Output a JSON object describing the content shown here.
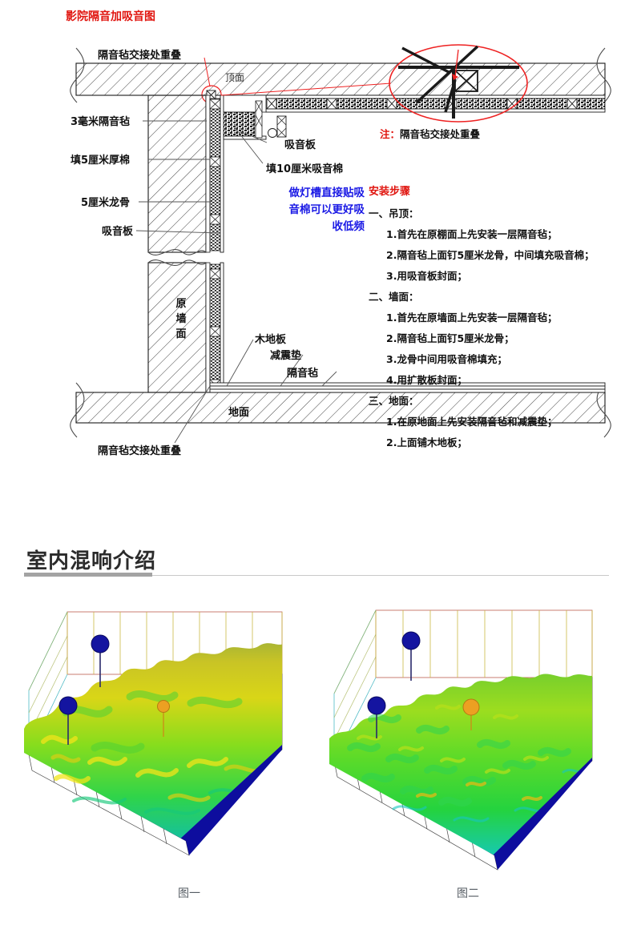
{
  "diagram": {
    "title": "影院隔音加吸音图",
    "labels": {
      "top_overlap": "隔音毡交接处重叠",
      "ceiling_face": "顶面",
      "felt_3mm": "3毫米隔音毡",
      "cotton_5cm": "填5厘米厚棉",
      "keel_5cm": "5厘米龙骨",
      "acoustic_panel_left": "吸音板",
      "acoustic_panel_mid": "吸音板",
      "cotton_10cm": "填10厘米吸音棉",
      "original_wall": "原墙面",
      "wood_floor": "木地板",
      "damping_pad": "减震垫",
      "sound_felt": "隔音毡",
      "ground": "地面",
      "bottom_overlap": "隔音毡交接处重叠"
    },
    "blue_note": [
      "做灯槽直接贴吸",
      "音棉可以更好吸",
      "收低频"
    ],
    "detail_note": {
      "prefix": "注：",
      "text": "隔音毡交接处重叠"
    },
    "steps": {
      "title": "安装步骤",
      "groups": [
        {
          "head": "一、吊顶：",
          "items": [
            "1.首先在原棚面上先安装一层隔音毡；",
            "2.隔音毡上面钉5厘米龙骨，中间填充吸音棉；",
            "3.用吸音板封面；"
          ]
        },
        {
          "head": "二、墙面：",
          "items": [
            "1.首先在原墙面上先安装一层隔音毡；",
            "2.隔音毡上面钉5厘米龙骨；",
            "3.龙骨中间用吸音棉填充；",
            "4.用扩散板封面；"
          ]
        },
        {
          "head": "三、地面：",
          "items": [
            "1.在原地面上先安装隔音毡和减震垫；",
            "2.上面铺木地板；"
          ]
        }
      ]
    },
    "colors": {
      "title_red": "#e0150f",
      "note_blue": "#1a19e5",
      "callout_red": "#ee2222",
      "line_black": "#1a1a1a"
    }
  },
  "reverb": {
    "heading": "室内混响介绍",
    "captions": [
      "图一",
      "图二"
    ],
    "colors": {
      "heading": "#2b2b2b",
      "rule_thick": "#a3a3a3",
      "rule_thin": "#c9c9c9",
      "surface_base": "#0d0d9e",
      "marker_blue": "#1414a0",
      "marker_orange": "#eca022"
    }
  }
}
